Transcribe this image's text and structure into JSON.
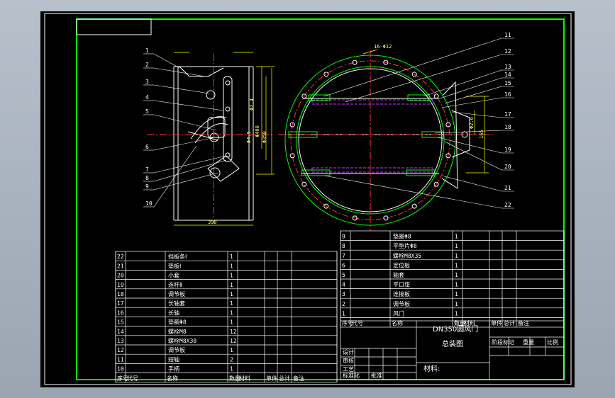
{
  "colors": {
    "background": "#000000",
    "frame": "#00ff00",
    "line": "#ffffff",
    "dimension": "#ffff00",
    "center": "#ff3333",
    "hidden": "#cc33ff"
  },
  "drawing": {
    "title": "DN350圆风门",
    "subtitle": "总装图",
    "material_label": "材料:",
    "callouts": [
      "11",
      "12",
      "13",
      "14",
      "15",
      "16",
      "17",
      "18",
      "19",
      "20",
      "21",
      "22"
    ],
    "left_callouts": [
      "1",
      "2",
      "3",
      "4",
      "5",
      "6",
      "7",
      "8",
      "9",
      "10"
    ],
    "dimension_labels": {
      "top": "16-Φ12",
      "bottom": "390",
      "v1": "Φ2.4",
      "v2": "Φ400",
      "v3": "Φ350",
      "v4": "Φ4.5",
      "r1": "Φ2.6",
      "r2": "165"
    }
  },
  "bom_left": {
    "rows": [
      {
        "no": "22",
        "name": "挡板条Ⅰ",
        "qty": "1"
      },
      {
        "no": "21",
        "name": "垫板Ⅰ",
        "qty": "1"
      },
      {
        "no": "20",
        "name": "小套",
        "qty": "1"
      },
      {
        "no": "19",
        "name": "连杆Ⅱ",
        "qty": "1"
      },
      {
        "no": "18",
        "name": "调节板",
        "qty": "1"
      },
      {
        "no": "17",
        "name": "长轴套",
        "qty": "1"
      },
      {
        "no": "16",
        "name": "长轴",
        "qty": "1"
      },
      {
        "no": "15",
        "name": "垫圈Φ8",
        "qty": "1"
      },
      {
        "no": "14",
        "name": "螺栓M8",
        "qty": "12"
      },
      {
        "no": "13",
        "name": "螺栓M8X30",
        "qty": "12"
      },
      {
        "no": "12",
        "name": "调节板",
        "qty": "1"
      },
      {
        "no": "11",
        "name": "短轴",
        "qty": "2"
      },
      {
        "no": "10",
        "name": "手柄",
        "qty": "1"
      }
    ],
    "header": [
      "序号",
      "代号",
      "名称",
      "数量",
      "材料",
      "单件",
      "总计",
      "备注"
    ]
  },
  "bom_right": {
    "rows": [
      {
        "no": "9",
        "name": "垫圈Φ8",
        "qty": "1"
      },
      {
        "no": "8",
        "name": "平垫片Φ8",
        "qty": "1"
      },
      {
        "no": "7",
        "name": "螺栓M8X35",
        "qty": "1"
      },
      {
        "no": "6",
        "name": "定位板",
        "qty": "1"
      },
      {
        "no": "5",
        "name": "轴套",
        "qty": "1"
      },
      {
        "no": "4",
        "name": "平口钳",
        "qty": "1"
      },
      {
        "no": "3",
        "name": "连接板",
        "qty": "1"
      },
      {
        "no": "2",
        "name": "调节板",
        "qty": "1"
      },
      {
        "no": "1",
        "name": "风门",
        "qty": "1"
      }
    ],
    "header": [
      "序号",
      "代号",
      "名称",
      "数量",
      "材料",
      "单件",
      "总计",
      "备注"
    ]
  },
  "title_block": {
    "labels": [
      "设计",
      "审核",
      "工艺",
      "标准化",
      "批准"
    ],
    "stage_labels": [
      "阶段标记",
      "重量",
      "比例"
    ]
  }
}
